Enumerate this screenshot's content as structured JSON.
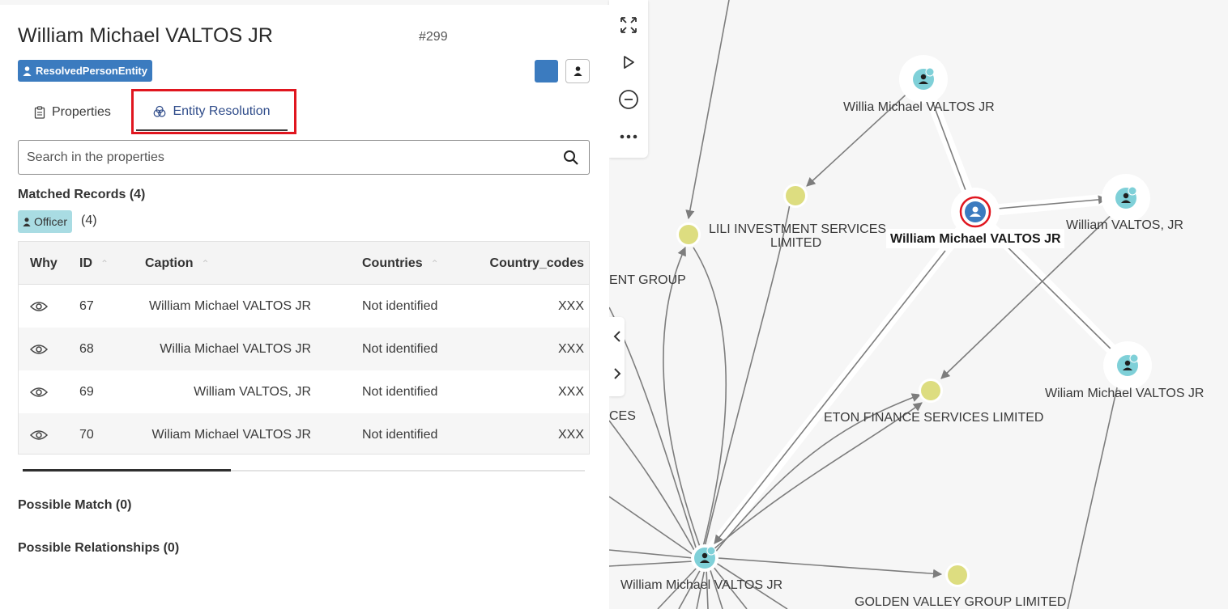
{
  "entity": {
    "title": "William Michael VALTOS JR",
    "id_label": "#299",
    "type_label": "ResolvedPersonEntity",
    "color": "#3b7bbf"
  },
  "tabs": [
    {
      "label": "Properties",
      "icon": "clipboard-icon",
      "active": false
    },
    {
      "label": "Entity Resolution",
      "icon": "entity-resolution-icon",
      "active": true
    }
  ],
  "search": {
    "placeholder": "Search in the properties",
    "value": ""
  },
  "matched": {
    "title": "Matched Records (4)",
    "filter_label": "Officer",
    "filter_count": "(4)"
  },
  "table": {
    "headers": {
      "why": "Why",
      "id": "ID",
      "caption": "Caption",
      "countries": "Countries",
      "codes": "Country_codes"
    },
    "rows": [
      {
        "id": "67",
        "caption": "William Michael VALTOS JR",
        "countries": "Not identified",
        "codes": "XXX"
      },
      {
        "id": "68",
        "caption": "Willia Michael VALTOS JR",
        "countries": "Not identified",
        "codes": "XXX"
      },
      {
        "id": "69",
        "caption": "William VALTOS, JR",
        "countries": "Not identified",
        "codes": "XXX"
      },
      {
        "id": "70",
        "caption": "Wiliam Michael VALTOS JR",
        "countries": "Not identified",
        "codes": "XXX"
      }
    ]
  },
  "possible_match": "Possible Match (0)",
  "possible_relationships": "Possible Relationships (0)",
  "toolbar": [
    "fullscreen-icon",
    "play-icon",
    "zoom-out-icon",
    "more-icon"
  ],
  "graph": {
    "labels": {
      "n_willia": "Willia Michael VALTOS JR",
      "n_lili": "LILI INVESTMENT SERVICES",
      "n_lili2": "LIMITED",
      "n_center": "William Michael VALTOS JR",
      "n_william": "William VALTOS, JR",
      "n_eton": "ETON FINANCE SERVICES LIMITED",
      "n_wiliam": "Wiliam Michael VALTOS JR",
      "n_bottom": "William Michael  VALTOS JR",
      "n_golden": "GOLDEN VALLEY GROUP LIMITED",
      "n_group": "ENT GROUP",
      "n_ces": "CES"
    },
    "colors": {
      "person": "#7fd0d8",
      "company": "#dddd80",
      "resolved": "#3b7bbf",
      "selected_ring": "#e0161f"
    }
  }
}
